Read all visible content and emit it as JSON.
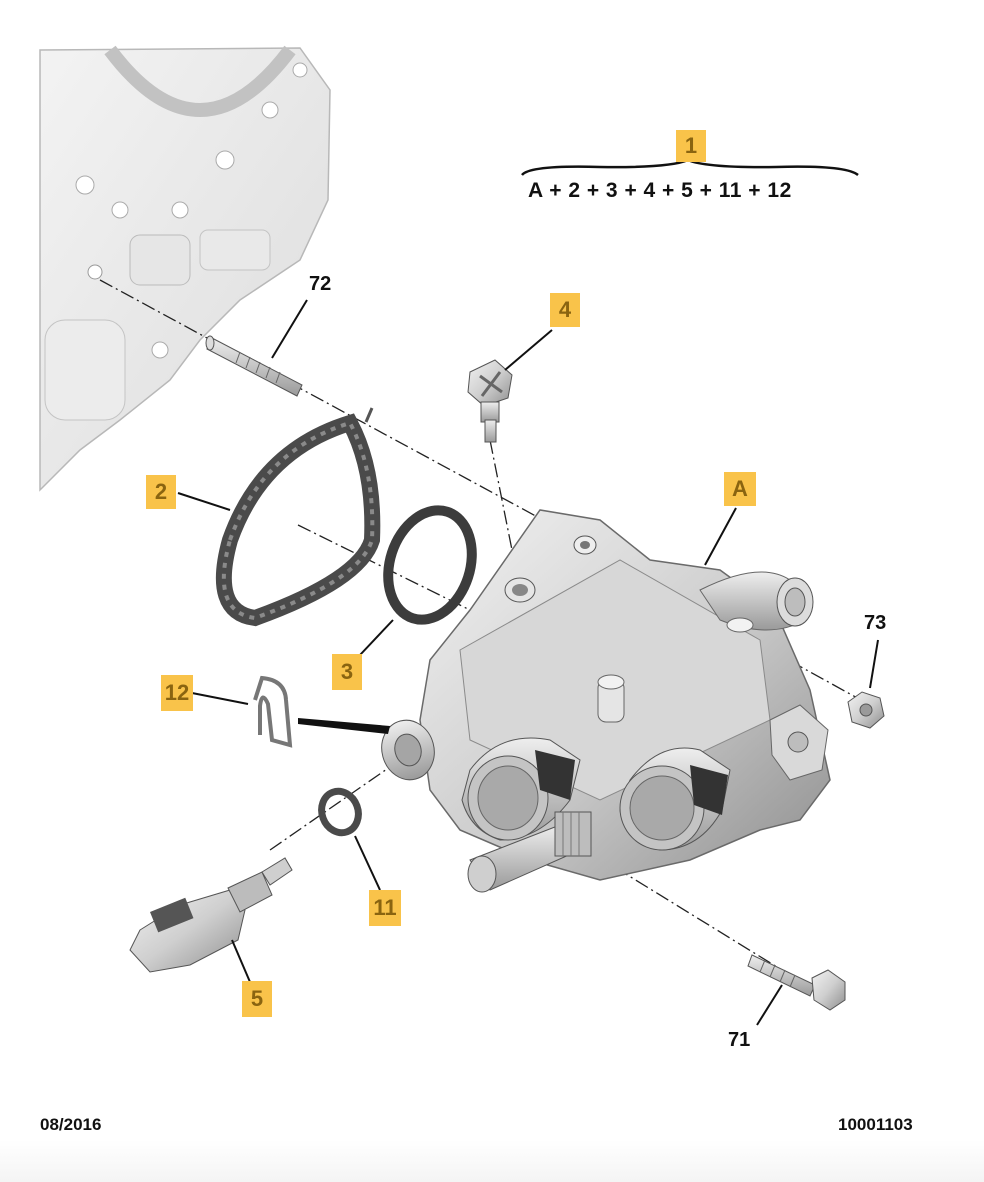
{
  "callouts": {
    "c1": "1",
    "formula": "A + 2 + 3 + 4 + 5 + 11 + 12",
    "c4": "4",
    "c72": "72",
    "c2": "2",
    "cA": "A",
    "c73": "73",
    "c3": "3",
    "c12": "12",
    "c11": "11",
    "c5": "5",
    "c71": "71"
  },
  "footer": {
    "date": "08/2016",
    "ref": "10001103"
  },
  "colors": {
    "tag_fill": "#f9c34a",
    "tag_text": "#8a6410",
    "metal": "#c9c9c9",
    "line": "#222222"
  }
}
